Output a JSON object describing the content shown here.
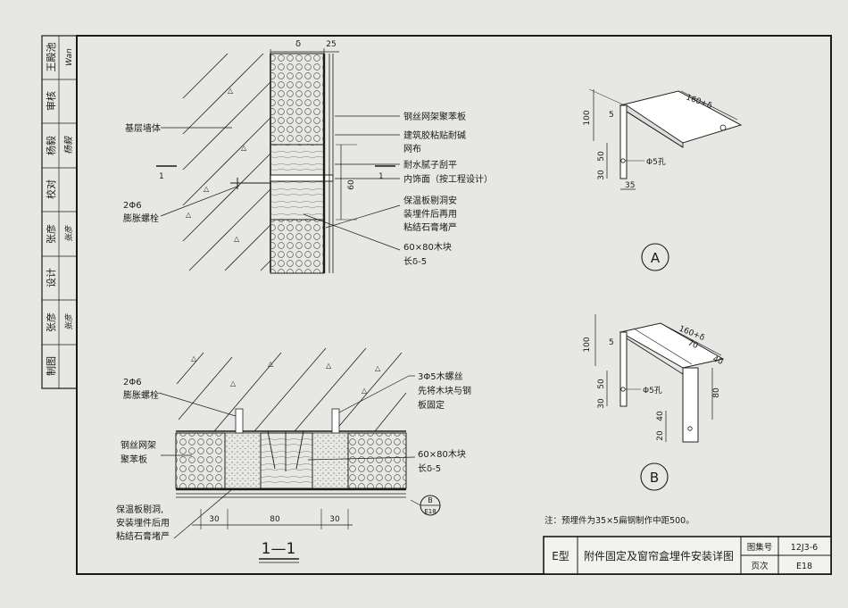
{
  "sidebar": {
    "cells": [
      {
        "title": "王殿池",
        "sig": "Wan"
      },
      {
        "title": "审核",
        "sig": ""
      },
      {
        "title": "杨毅",
        "sig": "杨毅"
      },
      {
        "title": "校对",
        "sig": ""
      },
      {
        "title": "张彦",
        "sig": "张彦"
      },
      {
        "title": "设计",
        "sig": ""
      },
      {
        "title": "张彦",
        "sig": "张彦"
      },
      {
        "title": "制图",
        "sig": ""
      }
    ]
  },
  "top_section": {
    "labels": {
      "base_wall": "基层墙体",
      "anchor_1": "2Φ6",
      "anchor_2": "膨胀螺栓",
      "mesh_board": "钢丝网架聚苯板",
      "mesh_cloth_1": "建筑胶粘贴耐碱",
      "mesh_cloth_2": "网布",
      "putty": "耐水腻子刮平",
      "finish": "内饰面（按工程设计）",
      "grout_1": "保温板剔洞安",
      "grout_2": "装埋件后再用",
      "grout_3": "粘结石膏堵严",
      "block_1": "60×80木块",
      "block_2": "长δ-5"
    },
    "dims": {
      "delta": "δ",
      "d25": "25",
      "d60": "60"
    },
    "section_mark": "1"
  },
  "bottom_section": {
    "labels": {
      "anchor_1": "2Φ6",
      "anchor_2": "膨胀螺栓",
      "screw_1": "3Φ5木螺丝",
      "screw_2": "先将木块与钢",
      "screw_3": "板固定",
      "mesh_1": "钢丝网架",
      "mesh_2": "聚苯板",
      "block_1": "60×80木块",
      "block_2": "长δ-5",
      "grout_1": "保温板剔洞,",
      "grout_2": "安装埋件后用",
      "grout_3": "粘结石膏堵严"
    },
    "dims": {
      "d30a": "30",
      "d80": "80",
      "d30b": "30"
    },
    "callout": {
      "letter": "B",
      "ref": "E18"
    },
    "title": "1—1"
  },
  "detail_a": {
    "dims": {
      "d100": "100",
      "d5": "5",
      "d160": "160+δ",
      "d30": "30",
      "d50": "50",
      "d35": "35"
    },
    "hole": "Φ5孔",
    "letter": "A"
  },
  "detail_b": {
    "dims": {
      "d100": "100",
      "d5": "5",
      "d160": "160+δ",
      "d70": "70",
      "d40": "40",
      "d80": "80",
      "d30": "30",
      "d50": "50",
      "d20": "20",
      "d40b": "40"
    },
    "hole": "Φ5孔",
    "letter": "B"
  },
  "note": "注：预埋件为35×5扁钢制作中距500。",
  "title_block": {
    "type": "E型",
    "title": "附件固定及窗帘盒埋件安装详图",
    "atlas_label": "图集号",
    "atlas_value": "12J3-6",
    "page_label": "页次",
    "page_value": "E18"
  }
}
